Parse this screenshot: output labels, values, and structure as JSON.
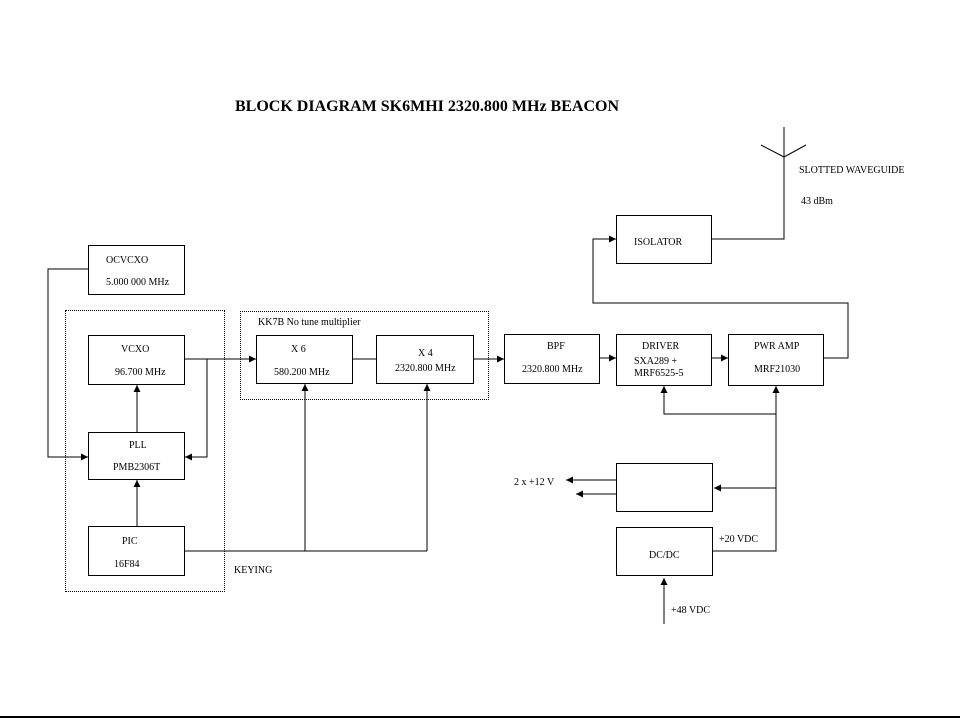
{
  "title": "BLOCK DIAGRAM SK6MHI 2320.800 MHz BEACON",
  "blocks": {
    "ocvcxo": {
      "name": "OCVCXO",
      "value": "5.000 000 MHz"
    },
    "vcxo": {
      "name": "VCXO",
      "value": "96.700 MHz"
    },
    "pll": {
      "name": "PLL",
      "value": "PMB2306T"
    },
    "pic": {
      "name": "PIC",
      "value": "16F84"
    },
    "x6": {
      "name": "X 6",
      "value": "580.200 MHz"
    },
    "x4": {
      "name": "X 4",
      "value": "2320.800 MHz"
    },
    "bpf": {
      "name": "BPF",
      "value": "2320.800 MHz"
    },
    "driver": {
      "name": "DRIVER",
      "value_line1": "SXA289 +",
      "value_line2": "MRF6525-5"
    },
    "pwramp": {
      "name": "PWR AMP",
      "value": "MRF21030"
    },
    "isolator": {
      "name": "ISOLATOR"
    },
    "regulator": {
      "name": ""
    },
    "dcdc": {
      "name": "DC/DC"
    }
  },
  "labels": {
    "multiplier_group": "KK7B No tune multiplier",
    "keying": "KEYING",
    "antenna": "SLOTTED WAVEGUIDE",
    "power_out": "43 dBm",
    "supply_12v": "2 x +12 V",
    "supply_20v": "+20 VDC",
    "supply_48v": "+48 VDC"
  },
  "connections": [
    {
      "from": "ocvcxo",
      "to": "pll"
    },
    {
      "from": "vcxo",
      "to": "x6"
    },
    {
      "from": "vcxo",
      "to": "pll"
    },
    {
      "from": "pll",
      "to": "vcxo"
    },
    {
      "from": "pic",
      "to": "pll"
    },
    {
      "from": "pic",
      "to": "x6",
      "label": "keying"
    },
    {
      "from": "pic",
      "to": "x4",
      "label": "keying"
    },
    {
      "from": "x6",
      "to": "x4"
    },
    {
      "from": "x4",
      "to": "bpf"
    },
    {
      "from": "bpf",
      "to": "driver"
    },
    {
      "from": "driver",
      "to": "pwramp"
    },
    {
      "from": "pwramp",
      "to": "isolator"
    },
    {
      "from": "isolator",
      "to": "antenna"
    },
    {
      "from": "dcdc",
      "to": "driver",
      "label": "+20 VDC"
    },
    {
      "from": "dcdc",
      "to": "pwramp",
      "label": "+20 VDC"
    },
    {
      "from": "dcdc",
      "to": "regulator",
      "label": "+20 VDC"
    },
    {
      "from": "regulator",
      "to": "out",
      "label": "2 x +12 V"
    },
    {
      "from": "in",
      "to": "dcdc",
      "label": "+48 VDC"
    }
  ]
}
